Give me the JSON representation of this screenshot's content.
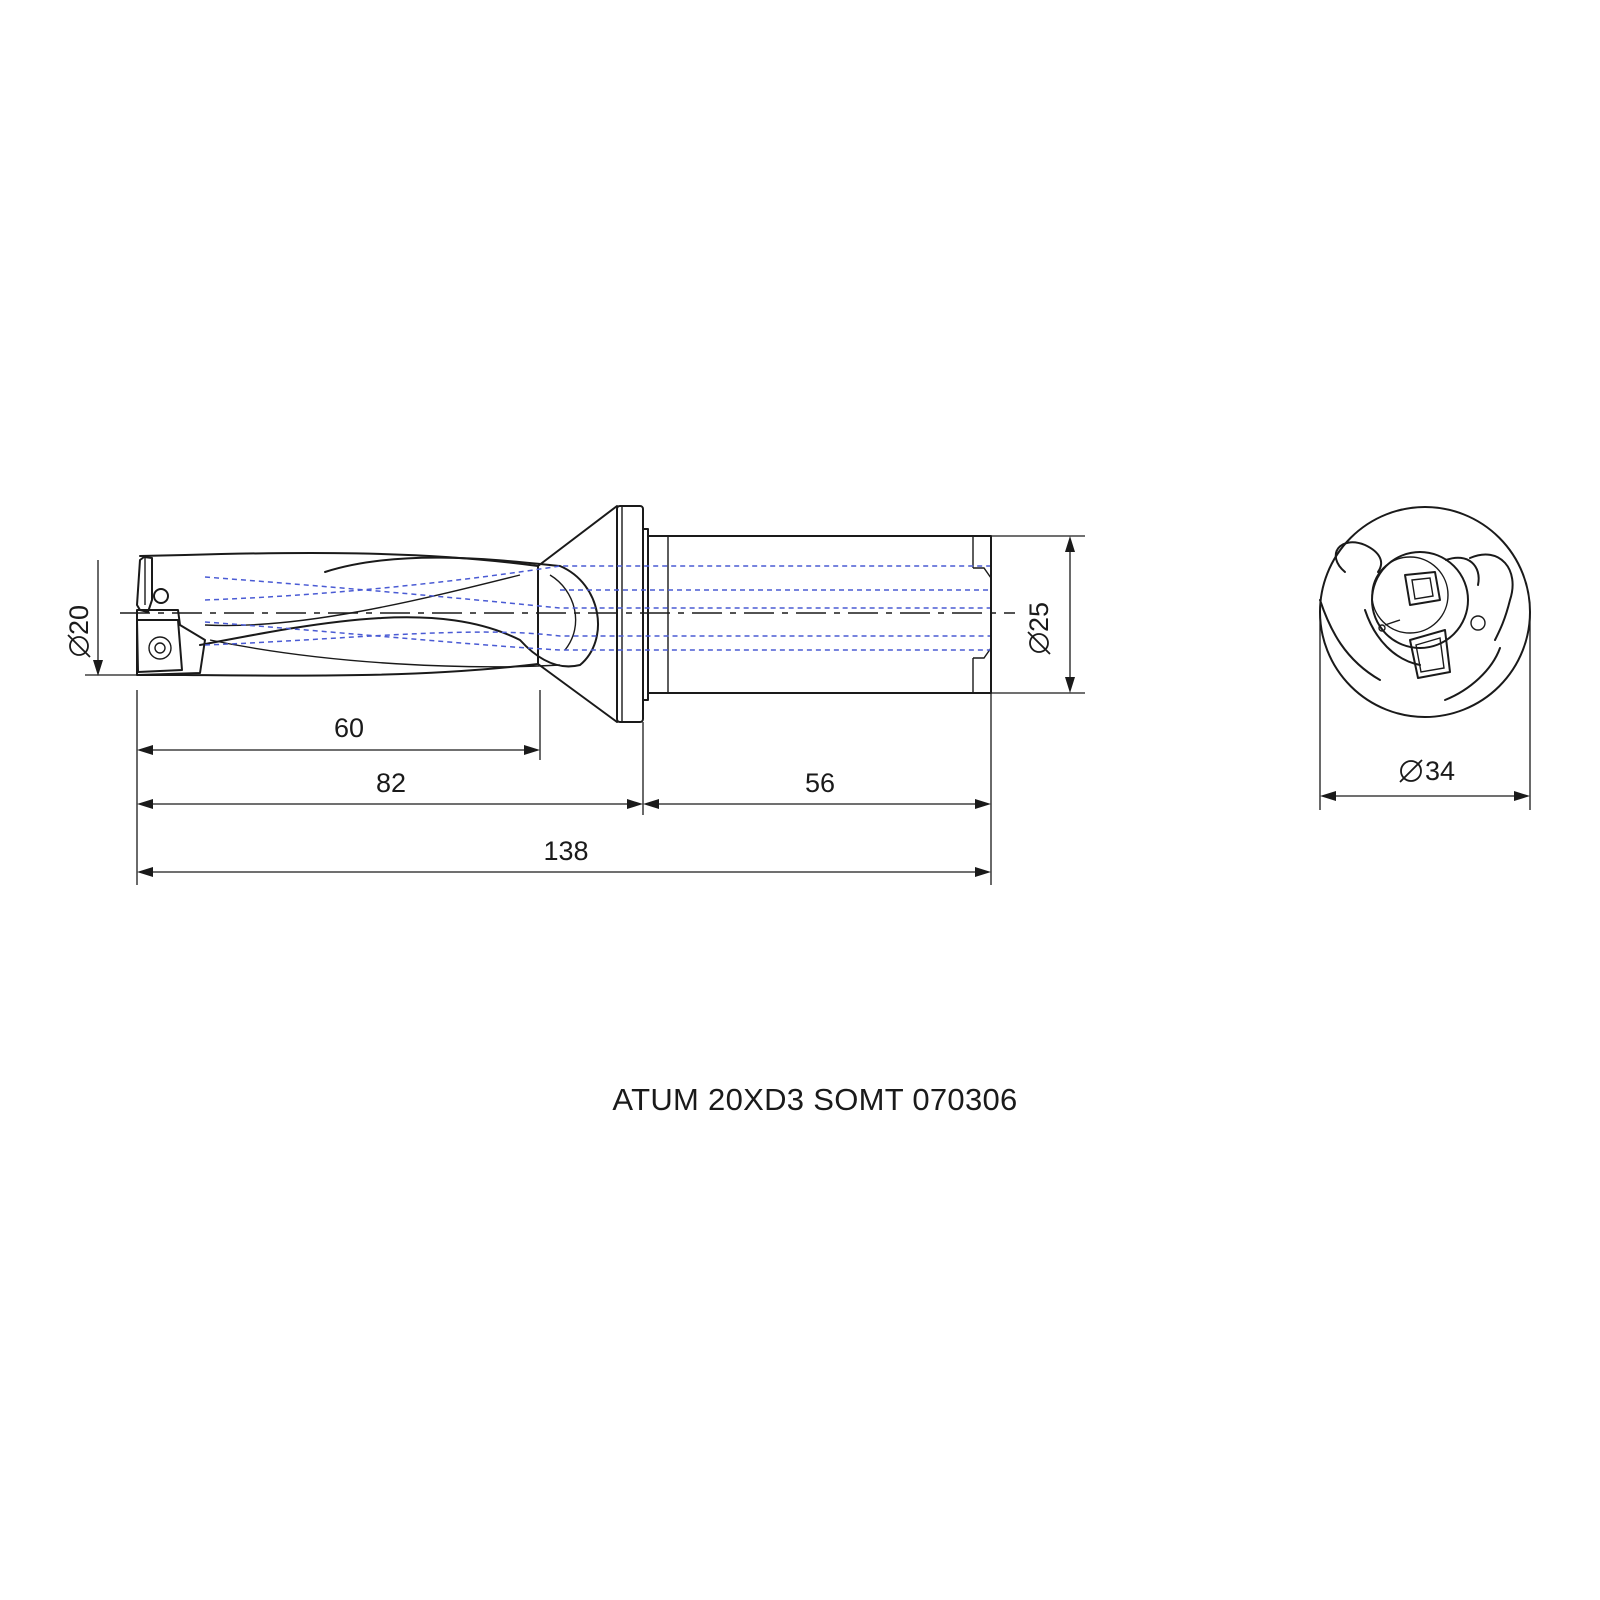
{
  "title": "ATUM 20XD3 SOMT 070306",
  "dimensions": {
    "tip_diameter": "20",
    "shank_diameter": "25",
    "flange_diameter": "34",
    "flute_length": "60",
    "body_length": "82",
    "shank_length": "56",
    "overall_length": "138"
  },
  "colors": {
    "outline": "#1a1a1a",
    "coolant_channels": "#4a5bd4"
  }
}
